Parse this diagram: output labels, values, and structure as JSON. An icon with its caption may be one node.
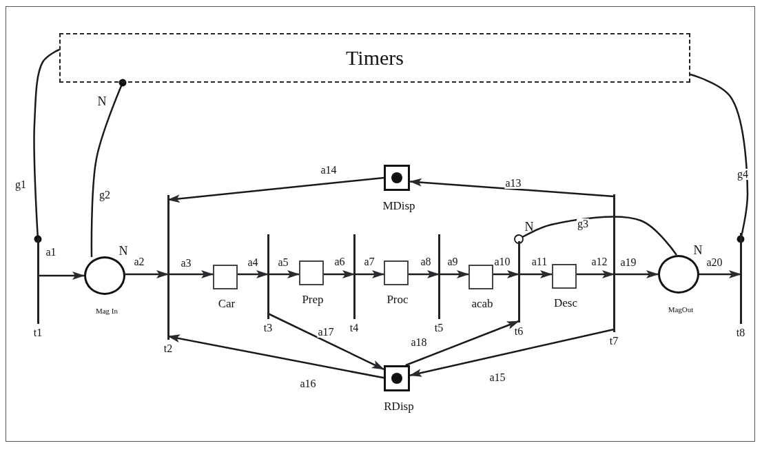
{
  "diagram": {
    "nodes": [
      {
        "text": [
          "Timers"
        ]
      },
      {
        "text": [
          "t1"
        ]
      },
      {
        "text": [
          "Mag In"
        ],
        "beside": [
          "N"
        ]
      },
      {
        "text": [
          "t2"
        ]
      },
      {
        "text": [
          "Car"
        ]
      },
      {
        "text": [
          "t3"
        ]
      },
      {
        "text": [
          "Prep"
        ]
      },
      {
        "text": [
          "t4"
        ]
      },
      {
        "text": [
          "Proc"
        ]
      },
      {
        "text": [
          "t5"
        ]
      },
      {
        "text": [
          "acab"
        ]
      },
      {
        "text": [
          "t6"
        ]
      },
      {
        "text": [
          "Desc"
        ]
      },
      {
        "text": [
          "t7"
        ]
      },
      {
        "text": [
          "MagOut"
        ],
        "beside": [
          "N"
        ]
      },
      {
        "text": [
          "t8"
        ]
      },
      {
        "text": [
          "MDisp"
        ]
      },
      {
        "text": [
          "RDisp"
        ]
      }
    ],
    "edges": [
      {
        "from": 0,
        "to": 1,
        "arrow": "other",
        "label": "g1"
      },
      {
        "from": 2,
        "to": 0,
        "arrow": "other",
        "label": "g2"
      },
      {
        "from": 14,
        "to": 11,
        "arrow": "other",
        "label": "g3"
      },
      {
        "from": 0,
        "to": 15,
        "arrow": "other",
        "label": "g4"
      },
      {
        "from": 1,
        "to": 2,
        "arrow": "to",
        "label": "a1"
      },
      {
        "from": 2,
        "to": 3,
        "arrow": "to",
        "label": "a2"
      },
      {
        "from": 3,
        "to": 4,
        "arrow": "to",
        "label": "a3"
      },
      {
        "from": 4,
        "to": 5,
        "arrow": "to",
        "label": "a4"
      },
      {
        "from": 5,
        "to": 6,
        "arrow": "to",
        "label": "a5"
      },
      {
        "from": 6,
        "to": 7,
        "arrow": "to",
        "label": "a6"
      },
      {
        "from": 7,
        "to": 8,
        "arrow": "to",
        "label": "a7"
      },
      {
        "from": 8,
        "to": 9,
        "arrow": "to",
        "label": "a8"
      },
      {
        "from": 9,
        "to": 10,
        "arrow": "to",
        "label": "a9"
      },
      {
        "from": 10,
        "to": 11,
        "arrow": "to",
        "label": "a10"
      },
      {
        "from": 11,
        "to": 12,
        "arrow": "to",
        "label": "a11"
      },
      {
        "from": 12,
        "to": 13,
        "arrow": "to",
        "label": "a12"
      },
      {
        "from": 13,
        "to": 16,
        "arrow": "to",
        "label": "a13"
      },
      {
        "from": 16,
        "to": 3,
        "arrow": "to",
        "label": "a14"
      },
      {
        "from": 13,
        "to": 17,
        "arrow": "to",
        "label": "a15"
      },
      {
        "from": 17,
        "to": 3,
        "arrow": "to",
        "label": "a16"
      },
      {
        "from": 5,
        "to": 17,
        "arrow": "to",
        "label": "a17"
      },
      {
        "from": 17,
        "to": 11,
        "arrow": "to",
        "label": "a18"
      },
      {
        "from": 13,
        "to": 14,
        "arrow": "to",
        "label": "a19"
      },
      {
        "from": 14,
        "to": 15,
        "arrow": "to",
        "label": "a20"
      }
    ],
    "labels": [
      "N",
      "N"
    ]
  }
}
